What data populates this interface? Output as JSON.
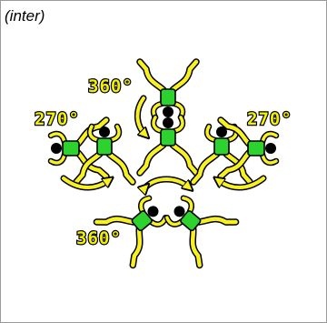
{
  "caption": "(inter)",
  "labels": {
    "top": "360°",
    "left": "270°",
    "right": "270°",
    "bottom": "360°"
  },
  "colors": {
    "limb": "#f7f022",
    "torso": "#2ed22e",
    "head": "#000000",
    "outline": "#000000",
    "arrow": "#f7f022"
  }
}
